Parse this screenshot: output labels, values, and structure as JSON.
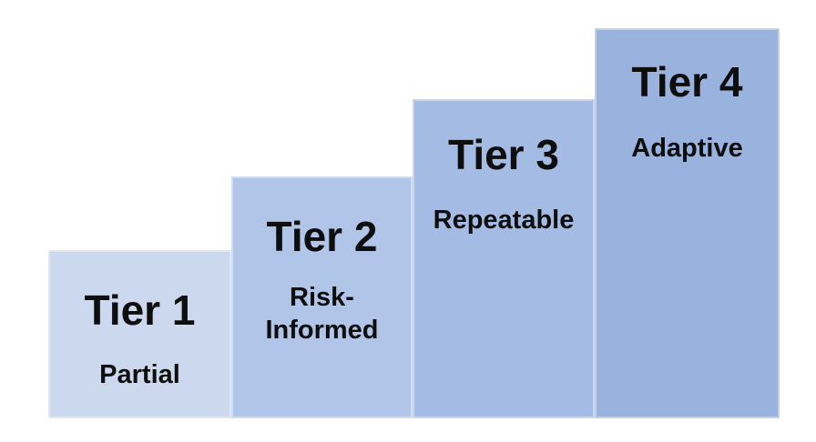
{
  "diagram": {
    "description": "Stepped staircase diagram of four ascending tiers",
    "background_color": "#ffffff",
    "text_color": "#0e0e0e",
    "tiers": [
      {
        "name": "Tier 1",
        "label": "Partial",
        "color": "#cbd8ee"
      },
      {
        "name": "Tier 2",
        "label": "Risk-\nInformed",
        "color": "#b0c5e8"
      },
      {
        "name": "Tier 3",
        "label": "Repeatable",
        "color": "#a4bce4"
      },
      {
        "name": "Tier 4",
        "label": "Adaptive",
        "color": "#9ab3de"
      }
    ]
  }
}
